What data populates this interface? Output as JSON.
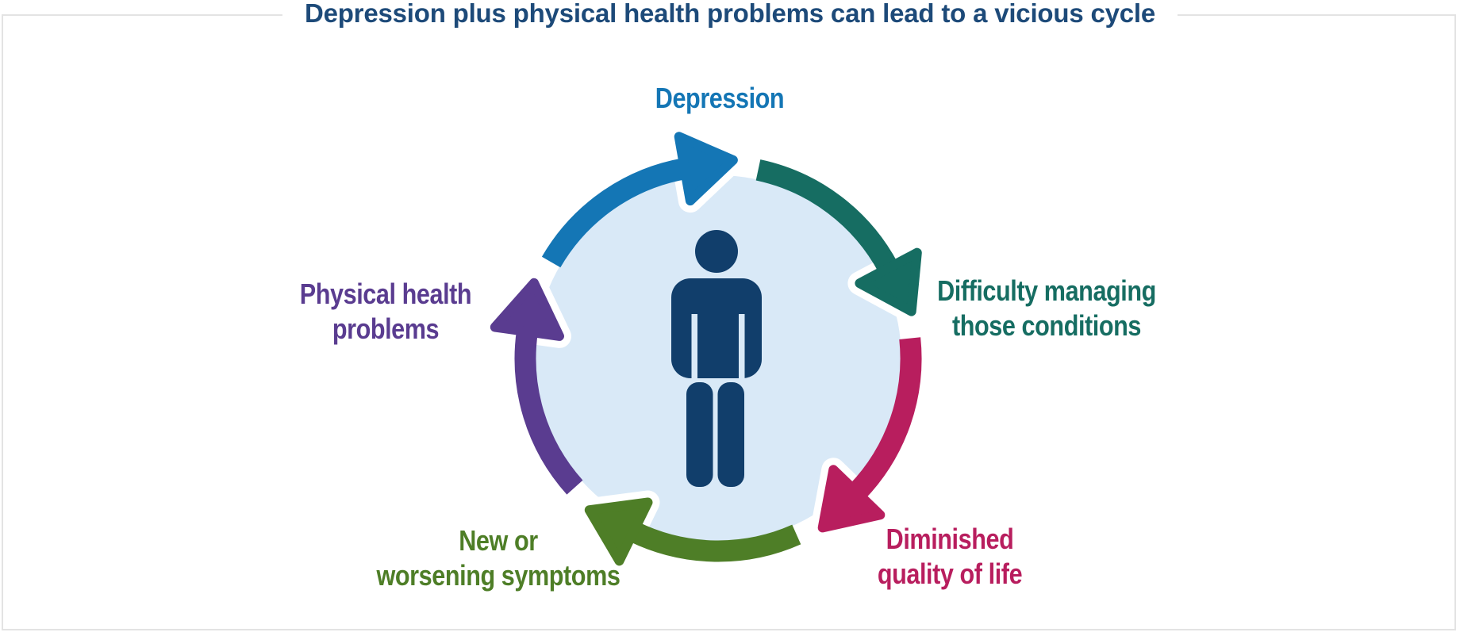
{
  "panel": {
    "background": "#ffffff",
    "border_color": "#e3e3e3"
  },
  "title": {
    "text": "Depression plus physical health problems can lead to a vicious cycle",
    "color": "#1d4a79"
  },
  "cycle": {
    "inner_disc_color": "#d9e9f7",
    "person_icon_color": "#113e6b",
    "steps": [
      {
        "label": "Depression",
        "color": "#1476b5"
      },
      {
        "label": "Difficulty managing\nthose conditions",
        "color": "#166d62"
      },
      {
        "label": "Diminished\nquality of life",
        "color": "#b81e5e"
      },
      {
        "label": "New or\nworsening symptoms",
        "color": "#4e7e27"
      },
      {
        "label": "Physical health\nproblems",
        "color": "#5a3c90"
      }
    ]
  }
}
